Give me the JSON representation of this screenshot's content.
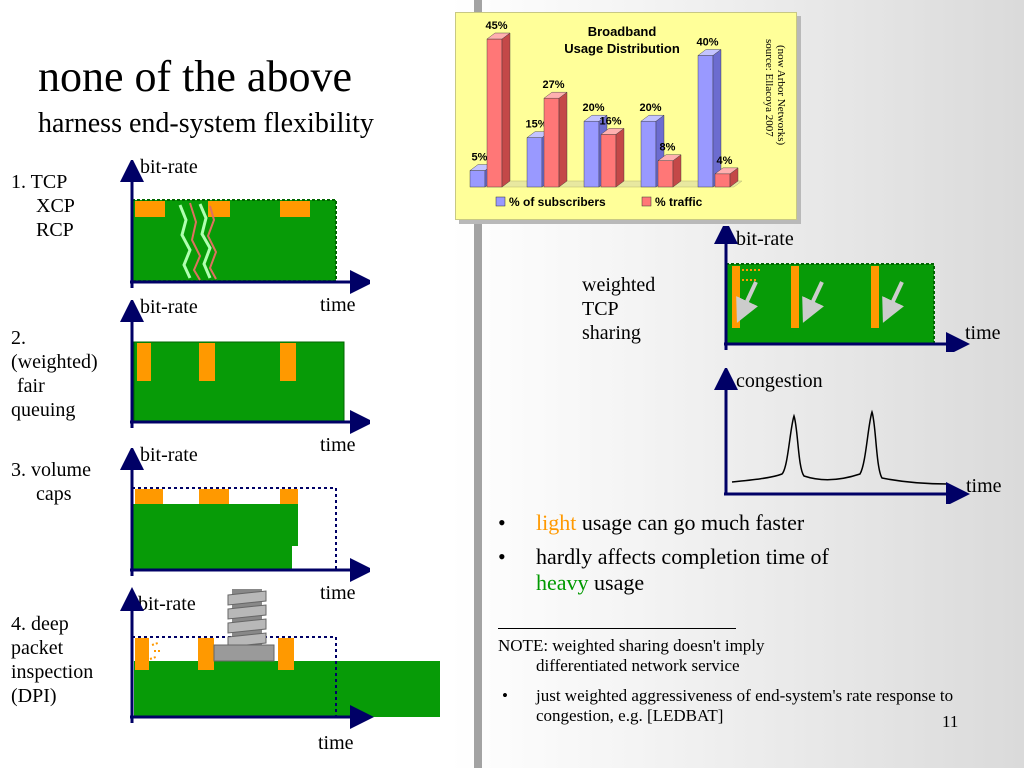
{
  "slide": {
    "title": "none of the above",
    "subtitle": "harness end-system flexibility",
    "page_number": "11"
  },
  "axes": {
    "bitrate": "bit-rate",
    "time": "time",
    "congestion": "congestion"
  },
  "left_panels": {
    "p1_lines": [
      "1. TCP",
      "XCP",
      "RCP"
    ],
    "p2_lines": [
      "2.",
      "(weighted)",
      "fair",
      "queuing"
    ],
    "p3_lines": [
      "3. volume",
      "caps"
    ],
    "p4_lines": [
      "4. deep",
      "packet",
      "inspection",
      "(DPI)"
    ]
  },
  "right_panel": {
    "weighted_lines": [
      "weighted",
      "TCP",
      "sharing"
    ]
  },
  "bullets": {
    "b1_highlight": "light",
    "b1_rest": " usage can go much faster",
    "b2_text": "hardly affects completion time of",
    "b2_highlight": "heavy",
    "b2_rest": " usage",
    "bullet_char": "•"
  },
  "note": {
    "line1": "NOTE: weighted sharing doesn't imply",
    "line2": "differentiated network service",
    "bullet2": "just weighted aggressiveness of end-system's rate response to congestion, e.g. [LEDBAT]",
    "bullet_char": "•"
  },
  "colors": {
    "green": "#079b07",
    "orange": "#ff9900",
    "navy": "#000066",
    "subscribers": "#9999ff",
    "traffic": "#ff7777",
    "light_text": "#ff9900",
    "heavy_text": "#009900"
  },
  "chart_data": {
    "type": "bar",
    "title": "Broadband\nUsage Distribution",
    "title_lines": [
      "Broadband",
      "Usage Distribution"
    ],
    "categories": [
      "",
      "",
      "",
      "",
      ""
    ],
    "series": [
      {
        "name": "% of subscribers",
        "values": [
          5,
          15,
          20,
          20,
          40
        ],
        "labels": [
          "5%",
          "15%",
          "20%",
          "20%",
          "40%"
        ]
      },
      {
        "name": "% traffic",
        "values": [
          45,
          27,
          16,
          8,
          4
        ],
        "labels": [
          "45%",
          "27%",
          "16%",
          "8%",
          "4%"
        ]
      }
    ],
    "ylim": [
      0,
      45
    ],
    "legend": "bottom",
    "grid": false,
    "source_lines": [
      "source: Ellacoya 2007",
      "(now Arbor Networks)"
    ]
  }
}
